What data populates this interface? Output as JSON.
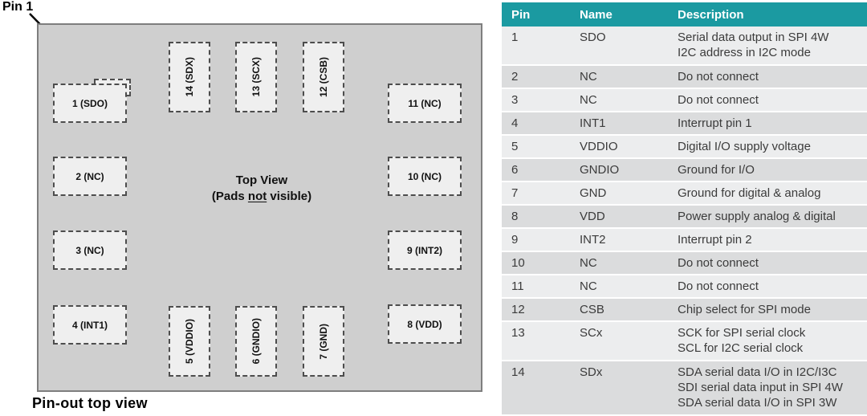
{
  "diagram": {
    "pin1_callout": "Pin 1",
    "caption": "Pin-out top view",
    "center_text": {
      "line1": "Top View",
      "line2_pre": "(Pads ",
      "line2_underline": "not",
      "line2_post": " visible)"
    },
    "pads": {
      "left": [
        {
          "label": "1 (SDO)"
        },
        {
          "label": "2 (NC)"
        },
        {
          "label": "3 (NC)"
        },
        {
          "label": "4 (INT1)"
        }
      ],
      "right": [
        {
          "label": "11 (NC)"
        },
        {
          "label": "10 (NC)"
        },
        {
          "label": "9 (INT2)"
        },
        {
          "label": "8 (VDD)"
        }
      ],
      "top": [
        {
          "label": "14 (SDX)"
        },
        {
          "label": "13 (SCX)"
        },
        {
          "label": "12 (CSB)"
        }
      ],
      "bottom": [
        {
          "label": "5 (VDDIO)"
        },
        {
          "label": "6 (GNDIO)"
        },
        {
          "label": "7 (GND)"
        }
      ]
    }
  },
  "table": {
    "headers": [
      "Pin",
      "Name",
      "Description"
    ],
    "rows": [
      {
        "pin": "1",
        "name": "SDO",
        "description": [
          "Serial data output in SPI 4W",
          "I2C address in I2C mode"
        ]
      },
      {
        "pin": "2",
        "name": "NC",
        "description": [
          "Do not connect"
        ]
      },
      {
        "pin": "3",
        "name": "NC",
        "description": [
          "Do not connect"
        ]
      },
      {
        "pin": "4",
        "name": "INT1",
        "description": [
          "Interrupt pin 1"
        ]
      },
      {
        "pin": "5",
        "name": "VDDIO",
        "description": [
          "Digital I/O supply voltage"
        ]
      },
      {
        "pin": "6",
        "name": "GNDIO",
        "description": [
          "Ground for I/O"
        ]
      },
      {
        "pin": "7",
        "name": "GND",
        "description": [
          "Ground for digital & analog"
        ]
      },
      {
        "pin": "8",
        "name": "VDD",
        "description": [
          "Power supply analog & digital"
        ]
      },
      {
        "pin": "9",
        "name": "INT2",
        "description": [
          "Interrupt pin 2"
        ]
      },
      {
        "pin": "10",
        "name": "NC",
        "description": [
          "Do not connect"
        ]
      },
      {
        "pin": "11",
        "name": "NC",
        "description": [
          "Do not connect"
        ]
      },
      {
        "pin": "12",
        "name": "CSB",
        "description": [
          "Chip select for SPI mode"
        ]
      },
      {
        "pin": "13",
        "name": "SCx",
        "description": [
          "SCK for SPI serial clock",
          "SCL for I2C serial clock"
        ]
      },
      {
        "pin": "14",
        "name": "SDx",
        "description": [
          "SDA serial data I/O in I2C/I3C",
          "SDI serial data input in SPI 4W",
          "SDA serial data I/O in SPI 3W"
        ]
      }
    ]
  },
  "colors": {
    "table_header_bg": "#1b9aa1",
    "table_header_text": "#ffffff",
    "row_light": "#ecedee",
    "row_dark": "#dbdcdd",
    "chip_fill": "#cfcfcf",
    "pad_fill": "#efefef"
  }
}
